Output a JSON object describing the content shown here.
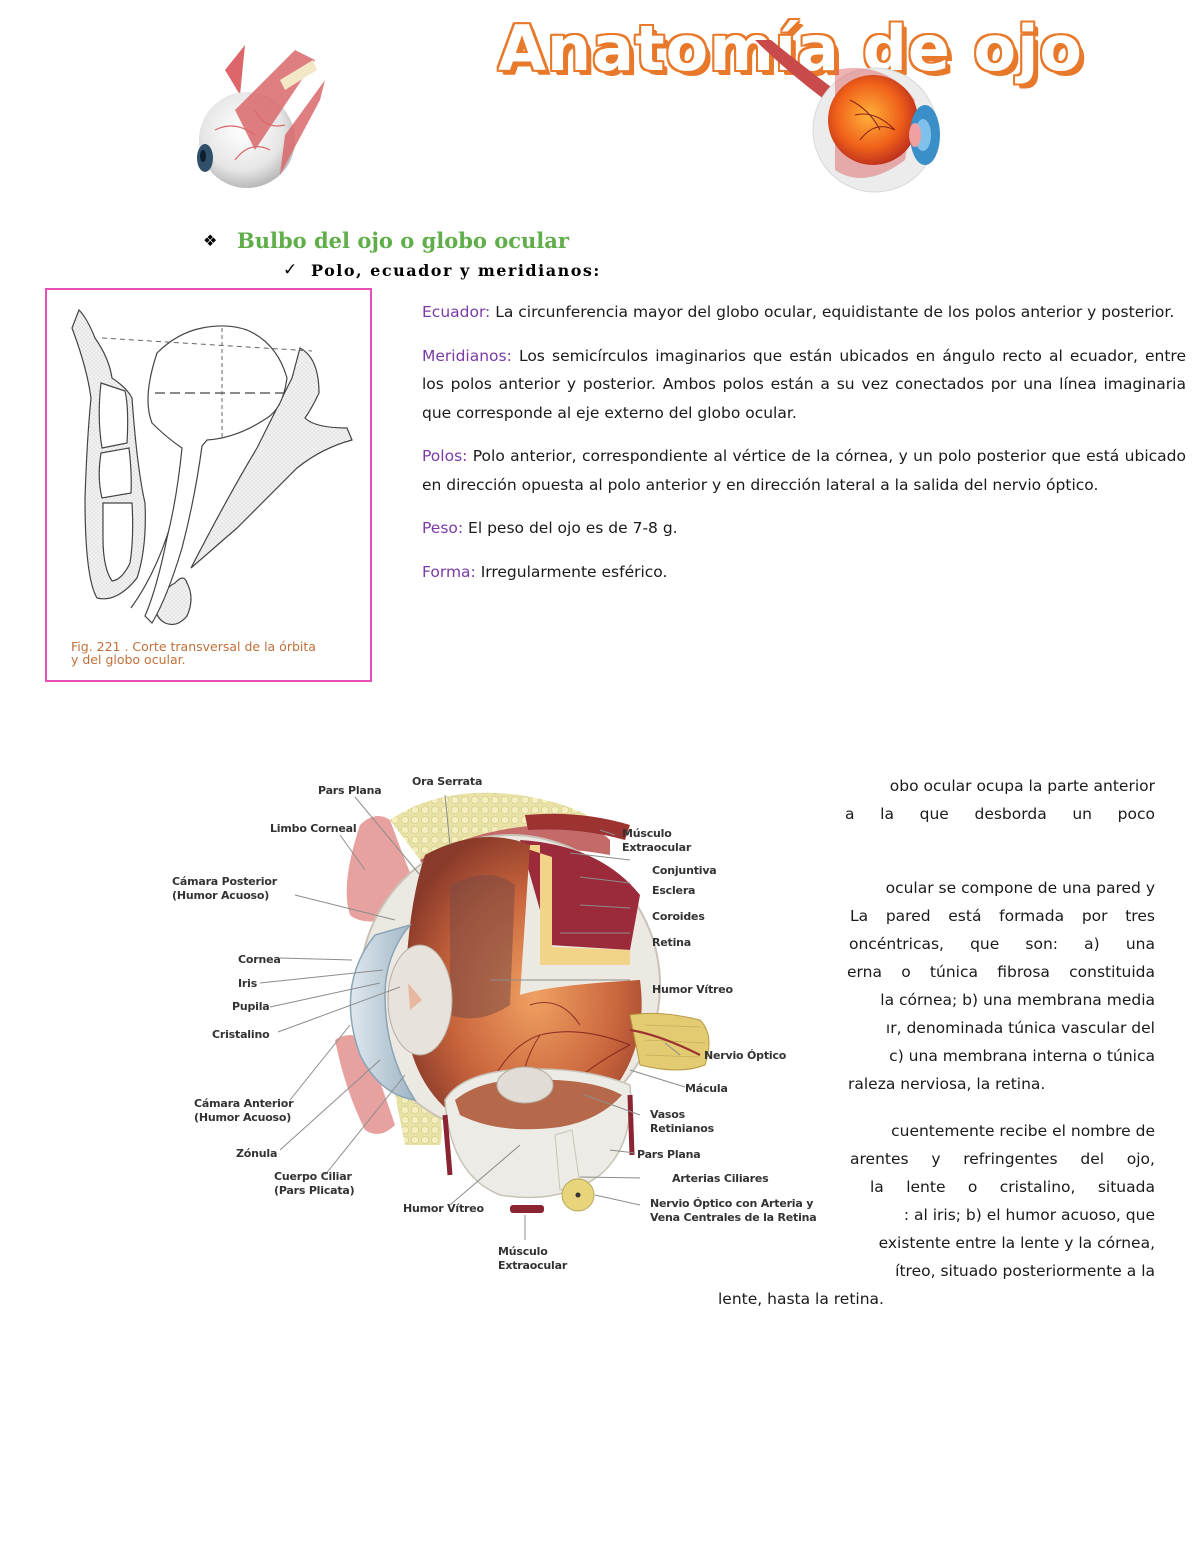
{
  "banner": {
    "title": "Anatomía de ojo",
    "title_color": "#e8782a",
    "left_image": "eyeball-with-muscles-illustration",
    "right_image": "eyeball-cross-section-illustration"
  },
  "section": {
    "heading": "Bulbo del ojo o globo ocular",
    "heading_bullet": "❖",
    "heading_color": "#5fae4a",
    "subheading": "Polo, ecuador y meridianos:",
    "subheading_bullet": "✓"
  },
  "figure_221": {
    "caption_line1": "Fig. 221 . Corte transversal de la órbita",
    "caption_line2": "y del globo ocular.",
    "border_color": "#e74fb5"
  },
  "definitions": [
    {
      "term": "Ecuador:",
      "text": " La circunferencia mayor del globo ocular, equidistante de los polos anterior y posterior."
    },
    {
      "term": "Meridianos:",
      "text": " Los semicírculos imaginarios que están ubicados en ángulo recto al ecuador, entre los polos anterior y posterior. Ambos polos están a su vez conectados por una línea imaginaria que corresponde al eje externo del globo ocular."
    },
    {
      "term": "Polos:",
      "text": " Polo anterior, correspondiente al vértice de la córnea, y un polo posterior que está ubicado en dirección opuesta al polo anterior y en dirección lateral a la salida del nervio óptico."
    },
    {
      "term": "Peso:",
      "text": " El peso del ojo es de 7-8 g."
    },
    {
      "term": "Forma:",
      "text": " Irregularmente esférico."
    }
  ],
  "term_color": "#7a3aa8",
  "eye_diagram": {
    "labels": {
      "pars_plana_top": "Pars Plana",
      "ora_serrata": "Ora Serrata",
      "limbo_corneal": "Limbo Corneal",
      "camara_posterior_1": "Cámara Posterior",
      "camara_posterior_2": "(Humor Acuoso)",
      "cornea": "Cornea",
      "iris": "Iris",
      "pupila": "Pupila",
      "cristalino": "Cristalino",
      "camara_anterior_1": "Cámara Anterior",
      "camara_anterior_2": "(Humor Acuoso)",
      "zonula": "Zónula",
      "cuerpo_ciliar_1": "Cuerpo Ciliar",
      "cuerpo_ciliar_2": "(Pars Plicata)",
      "humor_vitreo_bottom": "Humor Vítreo",
      "musculo_bottom_1": "Músculo",
      "musculo_bottom_2": "Extraocular",
      "musculo_top_1": "Músculo",
      "musculo_top_2": "Extraocular",
      "conjuntiva": "Conjuntiva",
      "esclera": "Esclera",
      "coroides": "Coroides",
      "retina": "Retina",
      "humor_vitreo_right": "Humor Vítreo",
      "nervio_optico": "Nervio Óptico",
      "macula": "Mácula",
      "vasos_1": "Vasos",
      "vasos_2": "Retinianos",
      "pars_plana_right": "Pars Plana",
      "arterias_ciliares": "Arterias Ciliares",
      "nervio_arteria_1": "Nervio Óptico con Arteria y",
      "nervio_arteria_2": "Vena Centrales de la Retina"
    }
  },
  "column_text": {
    "p1": [
      "obo ocular ocupa la parte anterior",
      [
        "a",
        "la",
        "que",
        "desborda",
        "un",
        "poco"
      ]
    ],
    "p2": [
      "ocular se compone de una pared y",
      [
        "La",
        "pared",
        "está",
        "formada",
        "por",
        "tres"
      ],
      [
        "oncéntricas,",
        "que",
        "son:",
        "a)",
        "una"
      ],
      [
        "erna",
        "o",
        "túnica",
        "fibrosa",
        "constituida"
      ],
      "la córnea; b) una membrana media",
      "ır, denominada túnica vascular del",
      "c) una membrana interna o túnica",
      "raleza nerviosa, la retina."
    ],
    "p3": [
      "cuentemente recibe el nombre de",
      [
        "arentes",
        "y",
        "refringentes",
        "del",
        "ojo,"
      ],
      [
        "la",
        "lente",
        "o",
        "cristalino,",
        "situada"
      ],
      ": al iris; b) el humor acuoso, que",
      "existente entre la lente y la córnea,",
      "ítreo, situado posteriormente a la"
    ],
    "p3_last": "lente, hasta la retina."
  }
}
